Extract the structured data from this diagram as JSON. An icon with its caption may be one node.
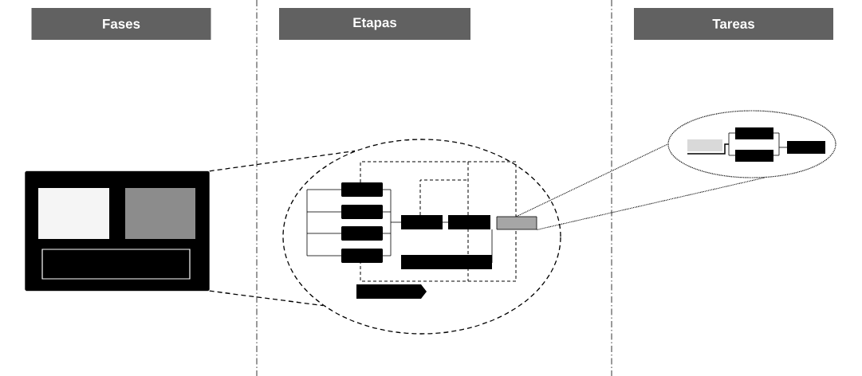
{
  "diagram": {
    "nodes": [
      {
        "text": [
          "Fases"
        ]
      },
      {
        "text": [
          "Etapas"
        ]
      },
      {
        "text": [
          "Tareas"
        ]
      },
      {
        "text": [],
        "shape": "box"
      },
      {
        "text": [],
        "shape": "circle"
      },
      {
        "text": [],
        "shape": "box",
        "in": 4
      },
      {
        "text": [],
        "shape": "circle"
      }
    ],
    "edges": [
      {
        "from": 3,
        "to": 4,
        "arrow": "none",
        "style": "dashed"
      },
      {
        "from": 3,
        "to": 4,
        "arrow": "none",
        "style": "dashed"
      },
      {
        "from": 5,
        "to": 6,
        "arrow": "none"
      },
      {
        "from": 5,
        "to": 6,
        "arrow": "none"
      }
    ]
  }
}
